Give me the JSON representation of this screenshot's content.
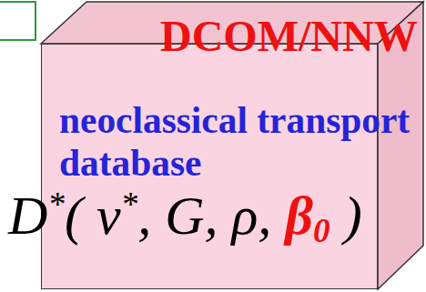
{
  "diagram": {
    "nodes": [
      {
        "text": [
          "DCOM/NNW",
          "neoclassical transport database",
          "D*( ν*, G, ρ, β0 )"
        ]
      }
    ]
  }
}
